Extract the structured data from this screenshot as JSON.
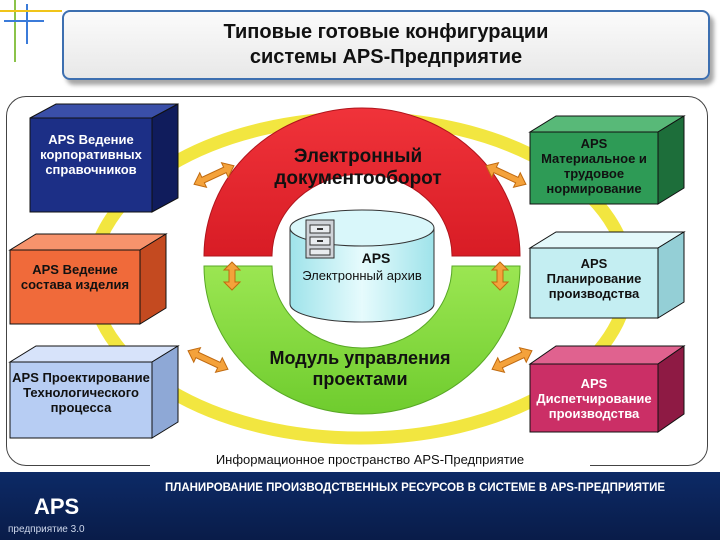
{
  "title": {
    "line1": "Типовые готовые конфигурации",
    "line2": "системы APS-Предприятие"
  },
  "center": {
    "top_arc": "Электронный документооборот",
    "archive_line1": "APS",
    "archive_line2": "Электронный архив",
    "bottom_arc": "Модуль управления проектами"
  },
  "boxes": {
    "left_top": "APS Ведение корпоративных справочников",
    "left_mid": "APS Ведение состава изделия",
    "left_bot": "APS Проектирование Технологического процесса",
    "right_top": "APS Материальное и трудовое нормирование",
    "right_mid": "APS Планирование производства",
    "right_bot": "APS Диспетчирование производства"
  },
  "info_space": "Информационное пространство  APS-Предприятие",
  "footer": {
    "logo": "APS",
    "logo_sub": "предприятие 3.0",
    "text": "ПЛАНИРОВАНИЕ ПРОИЗВОДСТВЕННЫХ РЕСУРСОВ В СИСТЕМЕ В APS-ПРЕДПРИЯТИЕ"
  },
  "colors": {
    "title_border": "#3d6fb0",
    "ring": "#f2e640",
    "arc_red": "#e8202a",
    "arc_green": "#86dc3c",
    "box_navy": "#1c2f86",
    "box_orange": "#f06a3a",
    "box_lightblue": "#b7cdf3",
    "box_green": "#2e9b56",
    "box_cyan": "#c4eef2",
    "box_pink": "#cb2f66",
    "arrow": "#f4a23b"
  }
}
